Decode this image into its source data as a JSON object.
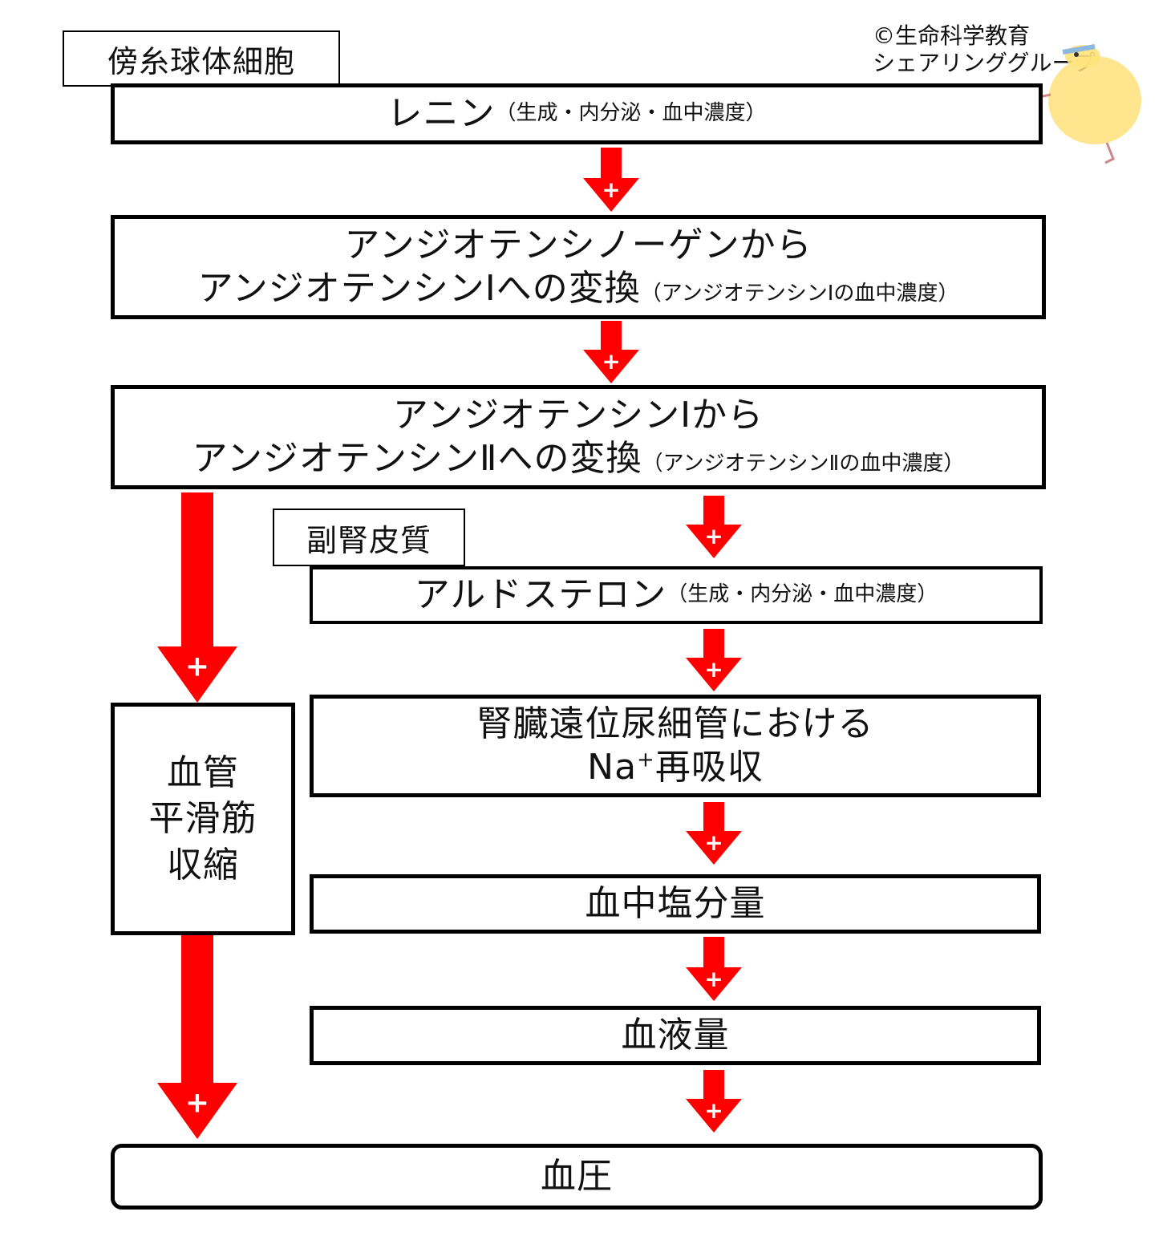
{
  "credit": {
    "line1": "©生命科学教育",
    "line2": "シェアリンググループ"
  },
  "labels": {
    "jga": "傍糸球体細胞",
    "adrenal": "副腎皮質"
  },
  "boxes": {
    "renin": {
      "main": "レニン",
      "note": "（生成・内分泌・血中濃度）"
    },
    "ang1": {
      "line1": "アンジオテンシノーゲンから",
      "line2": "アンジオテンシンⅠへの変換",
      "note": "（アンジオテンシンⅠの血中濃度）"
    },
    "ang2": {
      "line1": "アンジオテンシンⅠから",
      "line2": "アンジオテンシンⅡへの変換",
      "note": "（アンジオテンシンⅡの血中濃度）"
    },
    "aldosterone": {
      "main": "アルドステロン",
      "note": "（生成・内分泌・血中濃度）"
    },
    "na": {
      "line1": "腎臓遠位尿細管における",
      "line2_prefix": "Na",
      "line2_sup": "+",
      "line2_suffix": "再吸収"
    },
    "vascular": {
      "line1": "血管",
      "line2": "平滑筋",
      "line3": "収縮"
    },
    "salt": {
      "main": "血中塩分量"
    },
    "blood_volume": {
      "main": "血液量"
    },
    "bp": {
      "main": "血圧"
    }
  },
  "arrows": {
    "sign": "+",
    "color": "#ff0000"
  },
  "colors": {
    "border": "#000000",
    "arrow": "#ff0000",
    "background": "#ffffff",
    "chick": "#ffe27a"
  }
}
